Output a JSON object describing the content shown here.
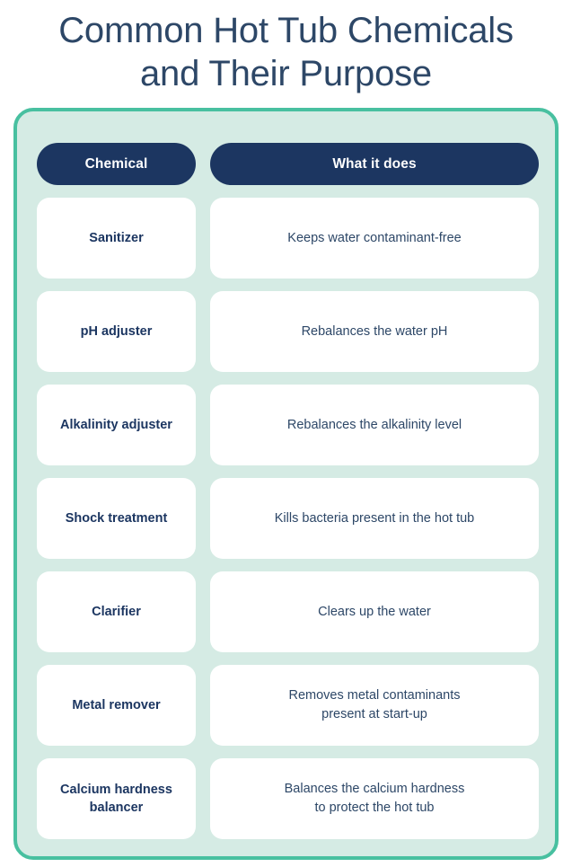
{
  "title": {
    "line1": "Common Hot Tub Chemicals",
    "line2": "and Their Purpose"
  },
  "colors": {
    "title_navy": "#2d4767",
    "header_pill_navy": "#1c3661",
    "container_border_teal": "#48c0a0",
    "container_fill_mint": "#d5ebe4",
    "card_white": "#ffffff",
    "body_text_navy": "#2d4767"
  },
  "table": {
    "headers": {
      "chemical": "Chemical",
      "purpose": "What it does"
    },
    "rows": [
      {
        "chemical": "Sanitizer",
        "chemical_line2": "",
        "purpose_line1": "Keeps water contaminant-free",
        "purpose_line2": ""
      },
      {
        "chemical": "pH adjuster",
        "chemical_line2": "",
        "purpose_line1": "Rebalances the water pH",
        "purpose_line2": ""
      },
      {
        "chemical": "Alkalinity adjuster",
        "chemical_line2": "",
        "purpose_line1": "Rebalances the alkalinity level",
        "purpose_line2": ""
      },
      {
        "chemical": "Shock treatment",
        "chemical_line2": "",
        "purpose_line1": "Kills bacteria present in the hot tub",
        "purpose_line2": ""
      },
      {
        "chemical": "Clarifier",
        "chemical_line2": "",
        "purpose_line1": "Clears up the water",
        "purpose_line2": ""
      },
      {
        "chemical": "Metal remover",
        "chemical_line2": "",
        "purpose_line1": "Removes metal contaminants",
        "purpose_line2": "present at start-up"
      },
      {
        "chemical": "Calcium hardness",
        "chemical_line2": "balancer",
        "purpose_line1": "Balances the calcium hardness",
        "purpose_line2": "to protect the hot tub"
      }
    ]
  }
}
